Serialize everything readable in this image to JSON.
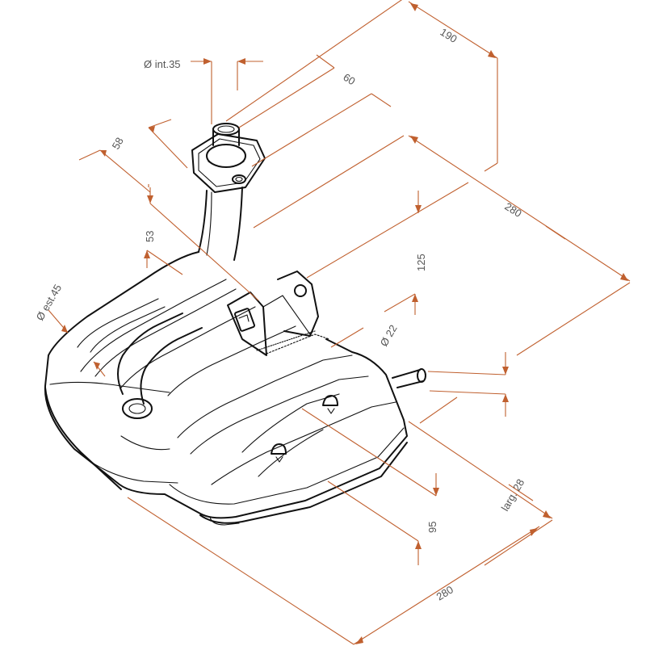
{
  "dimensions": {
    "d_int": "Ø int.35",
    "d190": "190",
    "d60": "60",
    "d58": "58",
    "d280_top": "280",
    "d53": "53",
    "d_est": "Ø est.45",
    "d125": "125",
    "d22": "Ø 22",
    "d_larg": "larg. 28",
    "d95": "95",
    "d280_bottom": "280"
  },
  "colors": {
    "dimension_lines": "#c0602f",
    "dimension_text": "#555555",
    "part_outline": "#111111"
  },
  "icons": {
    "logo": "omega-logo"
  }
}
